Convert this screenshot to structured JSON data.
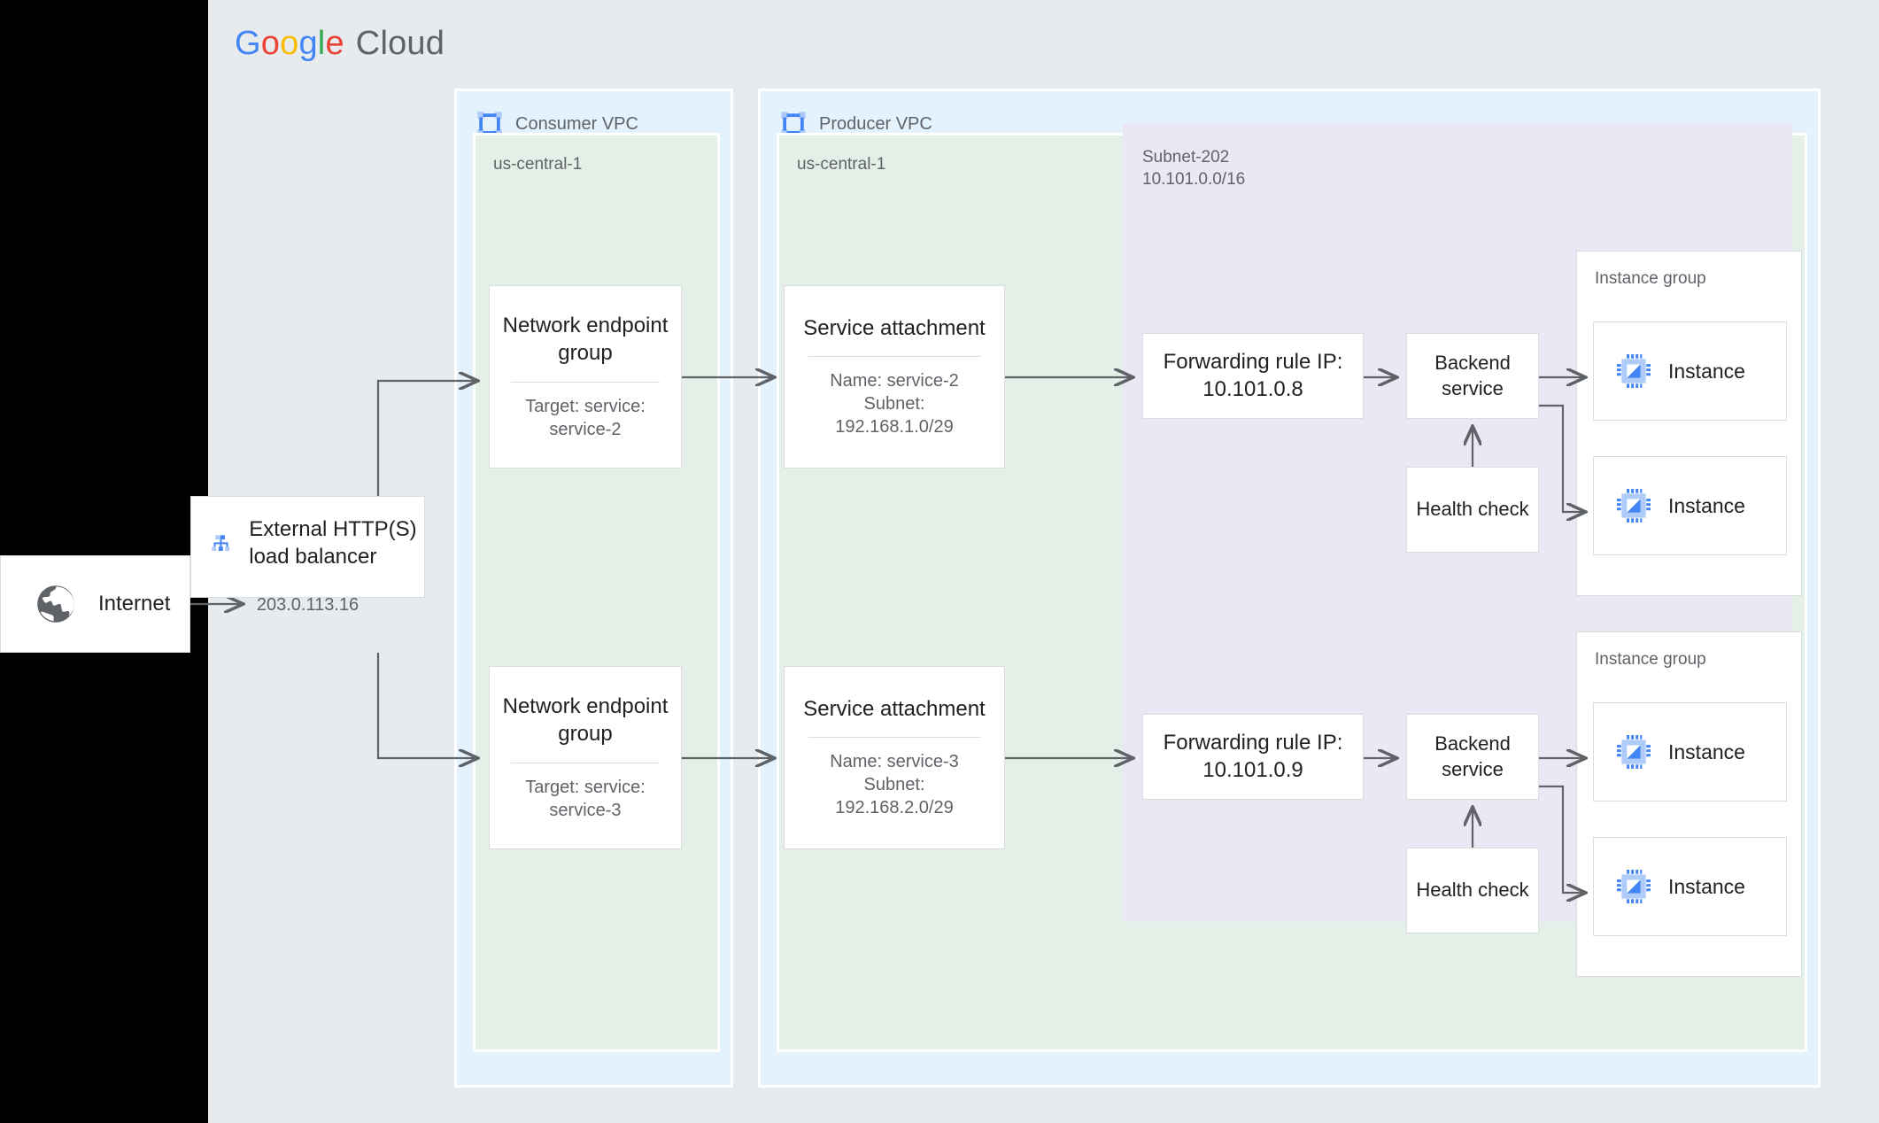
{
  "brand": {
    "g1": "G",
    "o1": "o",
    "o2": "o",
    "g2": "g",
    "l": "l",
    "e": "e",
    "cloud": "Cloud"
  },
  "internet": {
    "label": "Internet",
    "icon": "globe-icon"
  },
  "load_balancer": {
    "title": "External HTTP(S)\nload balancer",
    "ip": "203.0.113.16",
    "icon": "load-balancer-icon"
  },
  "consumer_vpc": {
    "label": "Consumer VPC",
    "icon": "vpc-icon",
    "region": "us-central-1",
    "negs": [
      {
        "title": "Network\nendpoint group",
        "sub": "Target: service:\nservice-2"
      },
      {
        "title": "Network\nendpoint group",
        "sub": "Target: service:\nservice-3"
      }
    ]
  },
  "producer_vpc": {
    "label": "Producer VPC",
    "icon": "vpc-icon",
    "region": "us-central-1",
    "subnet": {
      "name": "Subnet-202",
      "cidr": "10.101.0.0/16",
      "label": "Subnet-202\n10.101.0.0/16"
    },
    "service_attachments": [
      {
        "title": "Service attachment",
        "sub": "Name: service-2\nSubnet:\n192.168.1.0/29"
      },
      {
        "title": "Service attachment",
        "sub": "Name: service-3\nSubnet:\n192.168.2.0/29"
      }
    ],
    "forwarding_rules": [
      {
        "title": "Forwarding rule\nIP: 10.101.0.8"
      },
      {
        "title": "Forwarding rule\nIP: 10.101.0.9"
      }
    ],
    "backend_services": [
      {
        "title": "Backend\nservice"
      },
      {
        "title": "Backend\nservice"
      }
    ],
    "health_checks": [
      {
        "title": "Health\ncheck"
      },
      {
        "title": "Health\ncheck"
      }
    ],
    "instance_groups": [
      {
        "label": "Instance group",
        "instances": [
          {
            "label": "Instance"
          },
          {
            "label": "Instance"
          }
        ]
      },
      {
        "label": "Instance group",
        "instances": [
          {
            "label": "Instance"
          },
          {
            "label": "Instance"
          }
        ]
      }
    ]
  },
  "colors": {
    "canvas": "#e8ebed",
    "vpc": "#e3f2fd",
    "region": "#e4efe7",
    "subnet": "#ece7f4",
    "card": "#ffffff",
    "border": "#dadce0",
    "text": "#202124",
    "muted": "#5f6368",
    "connector": "#5f6368",
    "accent": "#4285f4"
  }
}
